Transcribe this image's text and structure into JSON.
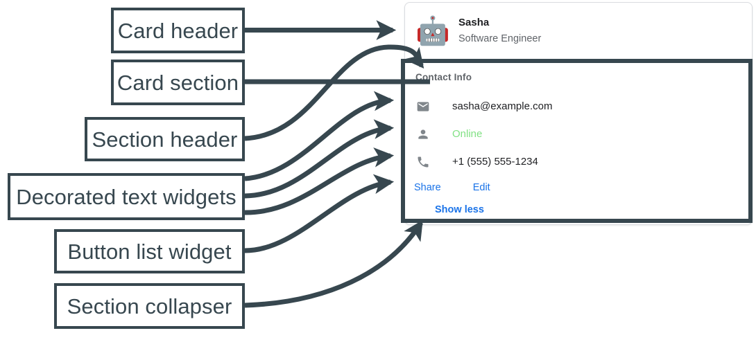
{
  "annotations": [
    {
      "id": "card-header",
      "label": "Card header"
    },
    {
      "id": "card-section",
      "label": "Card section"
    },
    {
      "id": "section-header",
      "label": "Section header"
    },
    {
      "id": "decorated-text",
      "label": "Decorated text widgets"
    },
    {
      "id": "button-list",
      "label": "Button list widget"
    },
    {
      "id": "section-collapser",
      "label": "Section collapser"
    }
  ],
  "card": {
    "header": {
      "avatar_icon": "robot-avatar-icon",
      "avatar_glyph": "🤖",
      "title": "Sasha",
      "subtitle": "Software Engineer"
    },
    "section": {
      "header": "Contact Info",
      "rows": [
        {
          "icon": "email-icon",
          "text": "sasha@example.com",
          "status": false
        },
        {
          "icon": "person-icon",
          "text": "Online",
          "status": true
        },
        {
          "icon": "phone-icon",
          "text": "+1 (555) 555-1234",
          "status": false
        }
      ],
      "buttons": [
        {
          "label": "Share"
        },
        {
          "label": "Edit"
        }
      ],
      "collapser": {
        "label": "Show less"
      }
    }
  },
  "colors": {
    "annotation_stroke": "#37474f",
    "card_border": "#dadce0",
    "link_blue": "#1a73e8",
    "status_green": "#81e184",
    "muted_gray": "#5f6368",
    "icon_gray": "#80868b",
    "text_primary": "#202124"
  }
}
